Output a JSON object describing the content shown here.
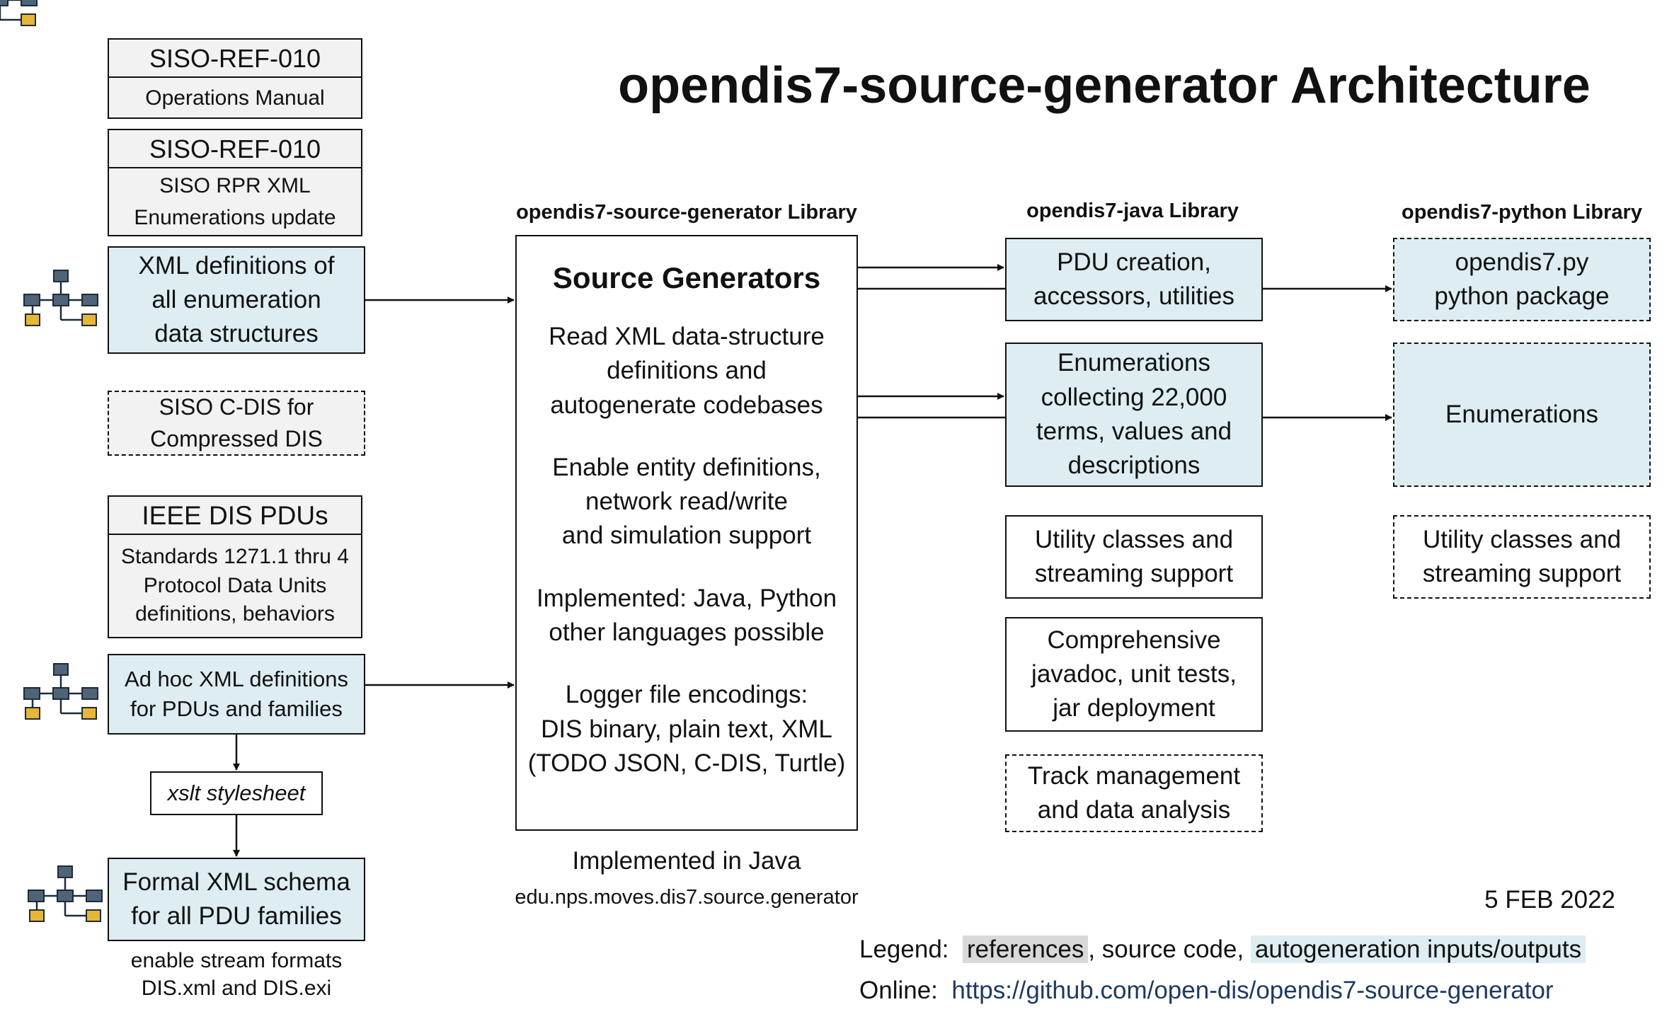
{
  "title": "opendis7-source-generator Architecture",
  "column_headers": {
    "generator": "opendis7-source-generator Library",
    "java": "opendis7-java Library",
    "python": "opendis7-python Library"
  },
  "references": {
    "ops_manual": {
      "head": "SISO-REF-010",
      "lines": [
        "Operations Manual"
      ]
    },
    "rpr_xml": {
      "head": "SISO-REF-010",
      "lines": [
        "SISO RPR XML",
        "Enumerations update"
      ]
    },
    "ieee": {
      "head": "IEEE  DIS  PDUs",
      "lines": [
        "Standards 1271.1 thru 4",
        "Protocol Data Units",
        "definitions, behaviors"
      ]
    }
  },
  "left_boxes": {
    "xml_enum": [
      "XML definitions of",
      "all enumeration",
      "data structures"
    ],
    "cdis": [
      "SISO C-DIS for",
      "Compressed DIS"
    ],
    "adhoc": [
      "Ad hoc XML definitions",
      "for PDUs and families"
    ],
    "xslt": "xslt stylesheet",
    "schema": [
      "Formal XML schema",
      "for all PDU families"
    ],
    "schema_caption": [
      "enable stream formats",
      "DIS.xml and DIS.exi"
    ]
  },
  "generator": {
    "title": "Source Generators",
    "paragraphs": [
      [
        "Read XML data-structure",
        "definitions and",
        "autogenerate codebases"
      ],
      [
        "Enable entity definitions,",
        "network read/write",
        "and simulation support"
      ],
      [
        "Implemented: Java, Python",
        "other languages possible"
      ],
      [
        "Logger file encodings:",
        "DIS binary, plain text, XML",
        "(TODO JSON, C-DIS, Turtle)"
      ]
    ],
    "caption_main": "Implemented in Java",
    "caption_pkg": "edu.nps.moves.dis7.source.generator"
  },
  "java": {
    "pdu": [
      "PDU creation,",
      "accessors, utilities"
    ],
    "enums": [
      "Enumerations",
      "collecting 22,000",
      "terms, values and",
      "descriptions"
    ],
    "utility": [
      "Utility classes and",
      "streaming support"
    ],
    "javadoc": [
      "Comprehensive",
      "javadoc, unit tests,",
      "jar deployment"
    ],
    "track": [
      "Track management",
      "and data analysis"
    ]
  },
  "python": {
    "pkg": [
      "opendis7.py",
      "python package"
    ],
    "enums": [
      "Enumerations"
    ],
    "utility": [
      "Utility classes and",
      "streaming support"
    ]
  },
  "footer": {
    "date": "5 FEB 2022",
    "legend_label": "Legend:",
    "legend_ref": "references",
    "legend_sep1": ", source code, ",
    "legend_auto": "autogeneration inputs/outputs",
    "online_label": "Online:",
    "online_url": "https://github.com/open-dis/opendis7-source-generator"
  },
  "colors": {
    "reference_fill": "#f2f2f2",
    "autogen_fill": "#ddedf2",
    "icon_slate": "#4f6478",
    "icon_gold": "#e8b636"
  },
  "icons": [
    "hierarchy-diagram-icon"
  ]
}
